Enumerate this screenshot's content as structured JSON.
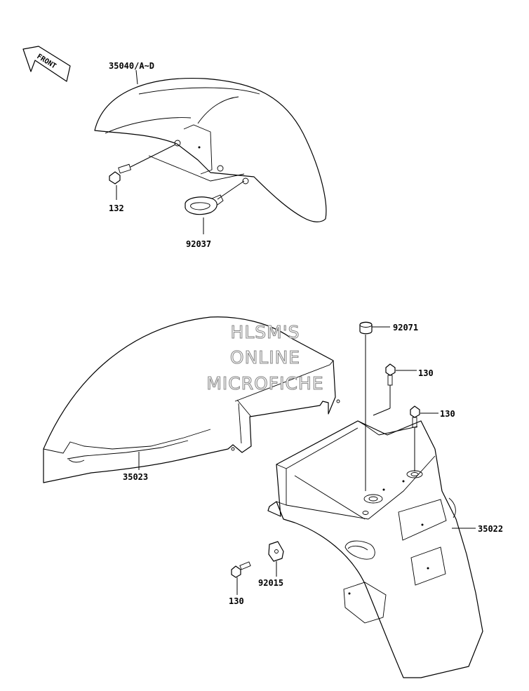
{
  "front_arrow": {
    "label": "FRONT"
  },
  "watermark": {
    "lines": [
      "HLSM'S",
      "ONLINE",
      "MICROFICHE"
    ]
  },
  "callouts": {
    "front_fender": "35040/A~D",
    "front_bolt": "132",
    "front_clamp": "92037",
    "rear_inner_fender": "35023",
    "rear_grommet": "92071",
    "rear_bolt_upper": "130",
    "rear_bolt_mid": "130",
    "rear_fender": "35022",
    "rear_nut": "92015",
    "rear_bolt_lower": "130"
  }
}
